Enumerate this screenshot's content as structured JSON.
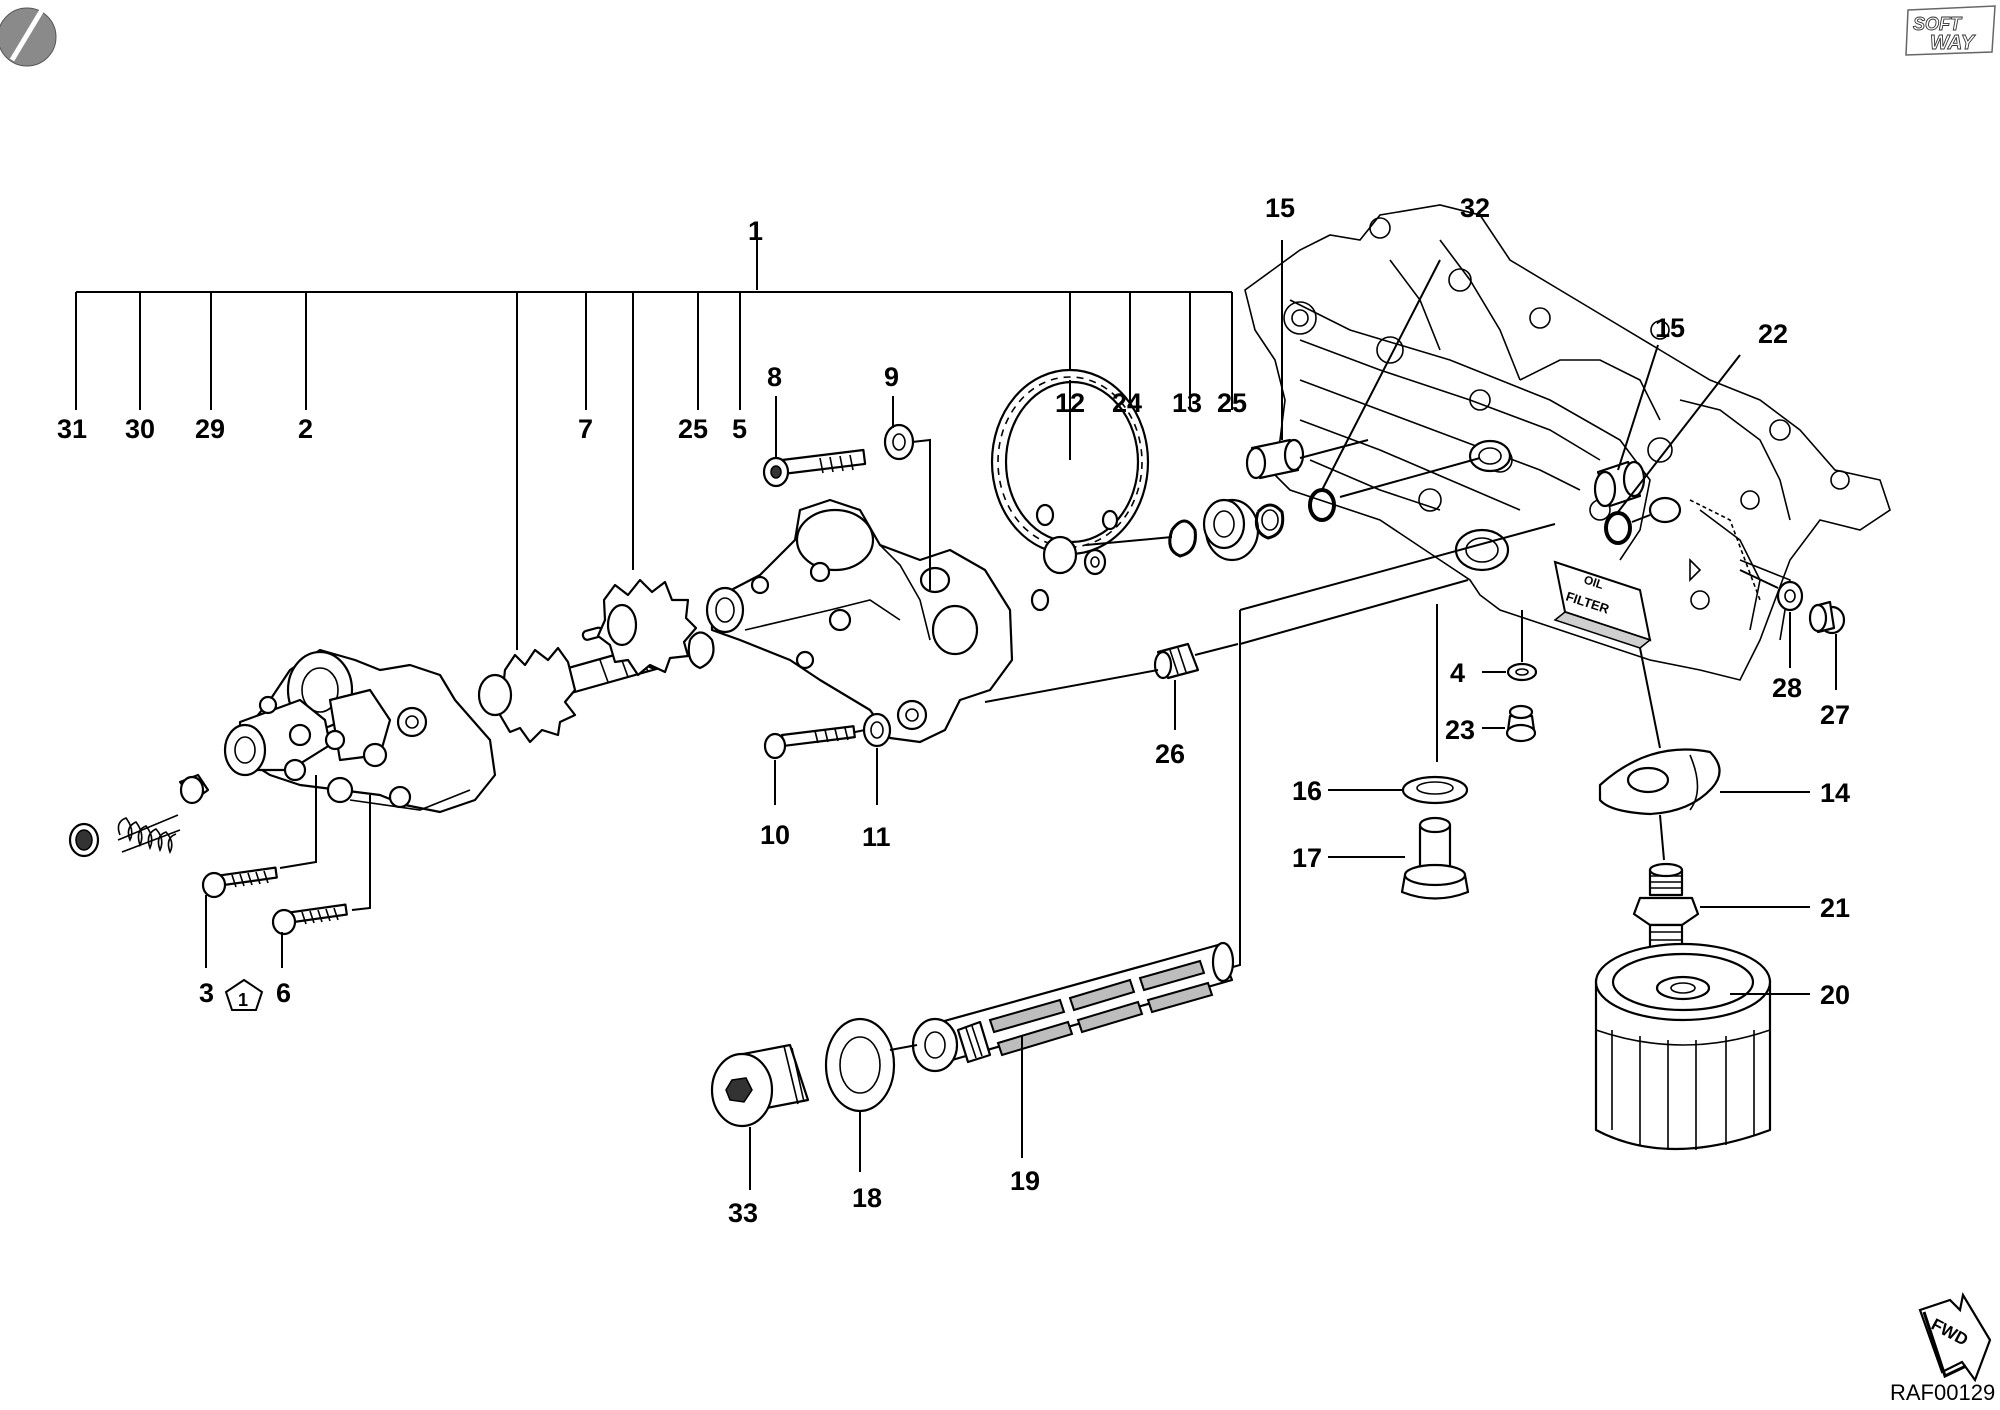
{
  "callouts": {
    "c1": "1",
    "c2": "2",
    "c3": "3",
    "c4": "4",
    "c5": "5",
    "c6": "6",
    "c7": "7",
    "c8": "8",
    "c9": "9",
    "c10": "10",
    "c11": "11",
    "c12": "12",
    "c13": "13",
    "c14": "14",
    "c15a": "15",
    "c15b": "15",
    "c16": "16",
    "c17": "17",
    "c18": "18",
    "c19": "19",
    "c20": "20",
    "c21": "21",
    "c22": "22",
    "c23": "23",
    "c24": "24",
    "c25a": "25",
    "c25b": "25",
    "c26": "26",
    "c27": "27",
    "c28": "28",
    "c29": "29",
    "c30": "30",
    "c31": "31",
    "c32": "32",
    "c33": "33"
  },
  "pentagon_marker": "1",
  "crankcase_text": {
    "oil": "OIL",
    "filter": "FILTER"
  },
  "brand_logo": {
    "line1": "SOFT",
    "line2": "WAY"
  },
  "fwd_arrow": "FWD",
  "drawing_code": "RAF00129"
}
